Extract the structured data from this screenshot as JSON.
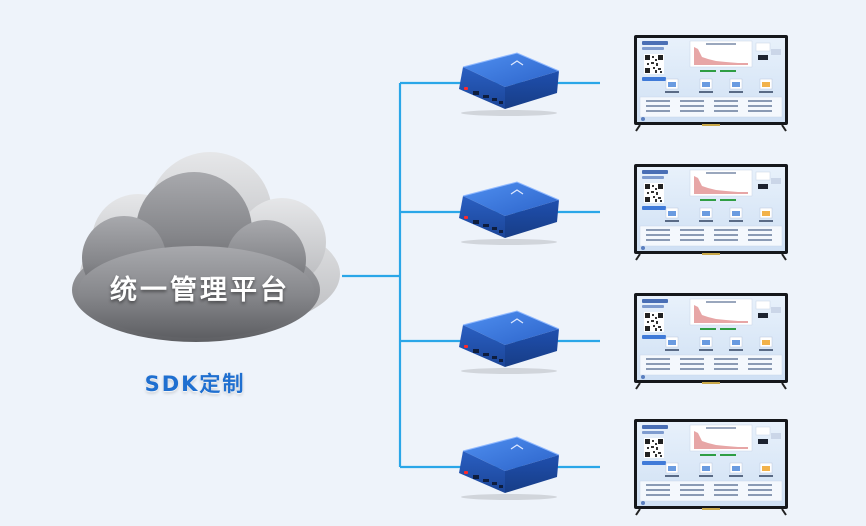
{
  "diagram": {
    "platform_label": "统一管理平台",
    "sdk_label": "SDK定制",
    "box_count": 4,
    "colors": {
      "background": "#eef3fa",
      "line": "#2aa6e8",
      "cloud_front": "#8e8f93",
      "cloud_back": "#cfd0d3",
      "box_blue": "#2a63c8",
      "sdk_text": "#1f6fd0"
    }
  }
}
